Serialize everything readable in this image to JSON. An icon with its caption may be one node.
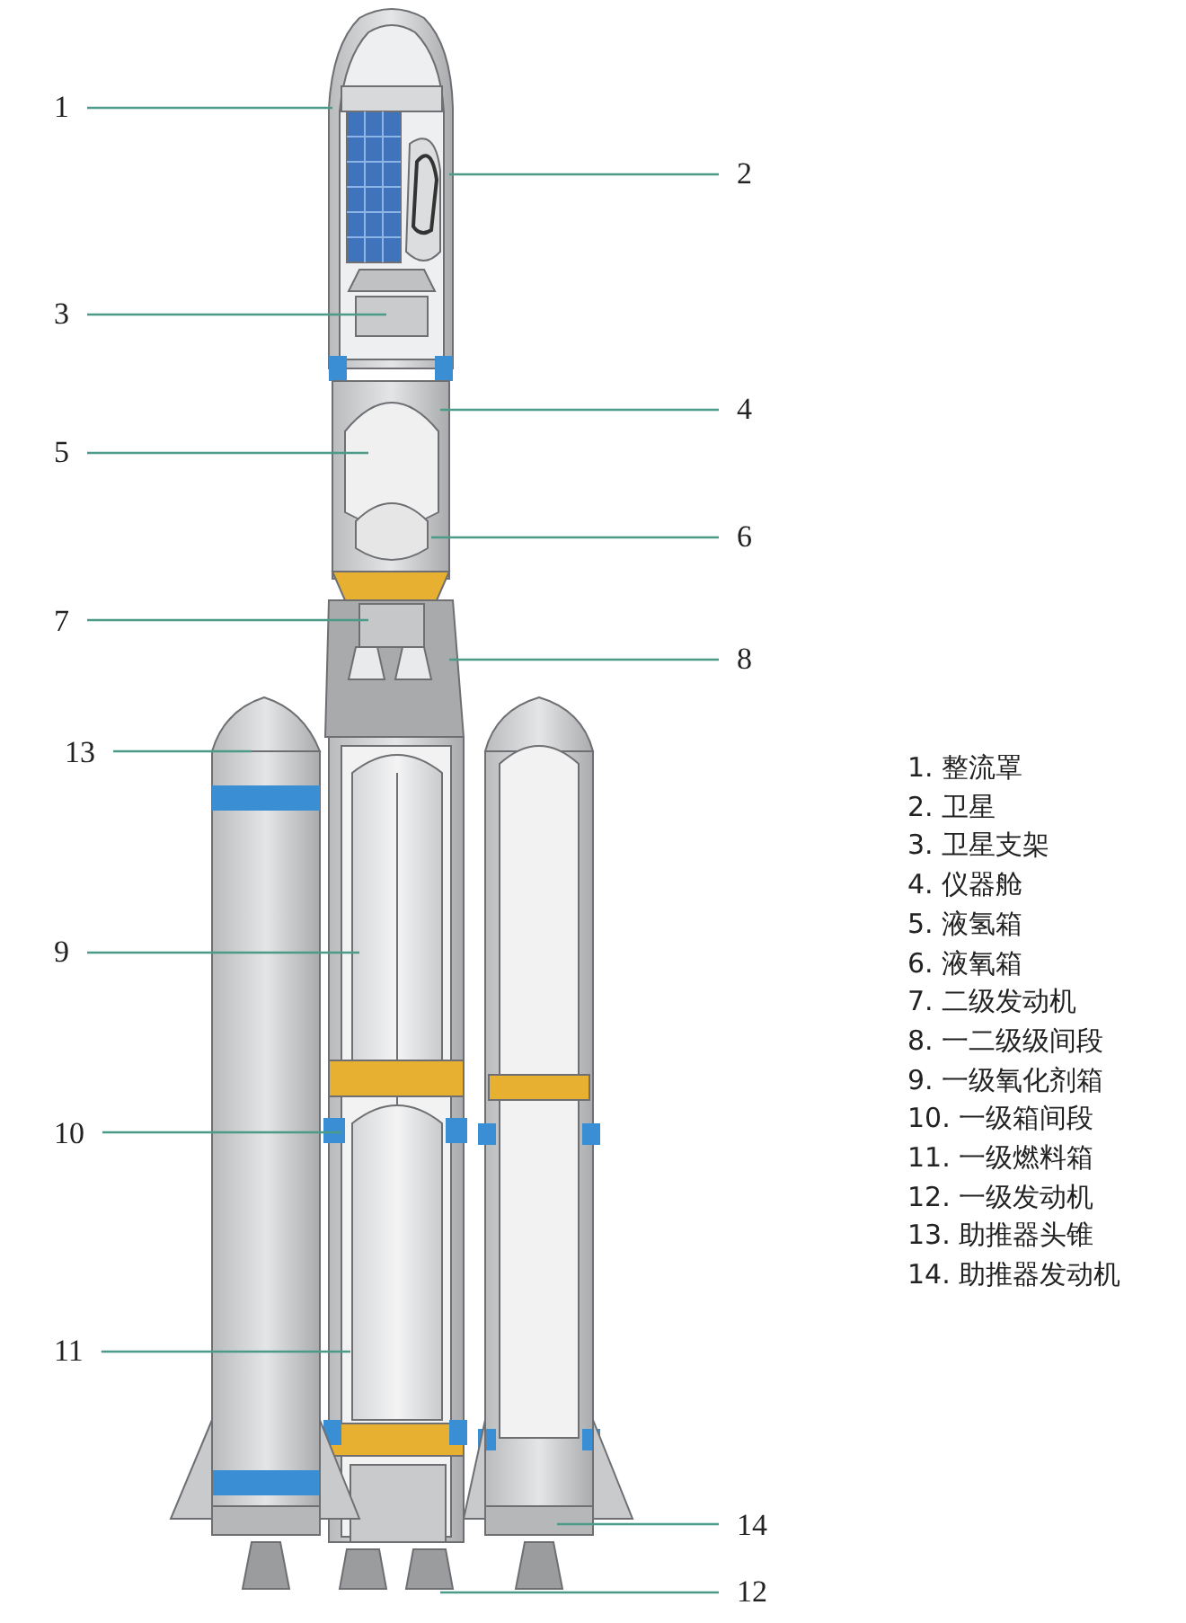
{
  "diagram": {
    "nodes": [
      {
        "text": [
          "1"
        ]
      },
      {
        "text": [
          "2"
        ]
      },
      {
        "text": [
          "3"
        ]
      },
      {
        "text": [
          "4"
        ]
      },
      {
        "text": [
          "5"
        ]
      },
      {
        "text": [
          "6"
        ]
      },
      {
        "text": [
          "7"
        ]
      },
      {
        "text": [
          "8"
        ]
      },
      {
        "text": [
          "13"
        ]
      },
      {
        "text": [
          "9"
        ]
      },
      {
        "text": [
          "10"
        ]
      },
      {
        "text": [
          "11"
        ]
      },
      {
        "text": [
          "14"
        ]
      },
      {
        "text": [
          "12"
        ]
      }
    ],
    "edges": [
      {
        "from": 0,
        "to": null,
        "arrow": "none"
      },
      {
        "from": 1,
        "to": null,
        "arrow": "none"
      },
      {
        "from": 2,
        "to": null,
        "arrow": "none"
      },
      {
        "from": 3,
        "to": null,
        "arrow": "none"
      },
      {
        "from": 4,
        "to": null,
        "arrow": "none"
      },
      {
        "from": 5,
        "to": null,
        "arrow": "none"
      },
      {
        "from": 6,
        "to": null,
        "arrow": "none"
      },
      {
        "from": 7,
        "to": null,
        "arrow": "none"
      },
      {
        "from": 8,
        "to": null,
        "arrow": "none"
      },
      {
        "from": 9,
        "to": null,
        "arrow": "none"
      },
      {
        "from": 10,
        "to": null,
        "arrow": "none"
      },
      {
        "from": 11,
        "to": null,
        "arrow": "none"
      },
      {
        "from": 12,
        "to": null,
        "arrow": "none"
      },
      {
        "from": 13,
        "to": null,
        "arrow": "none"
      }
    ],
    "labels": [
      "1. 整流罩",
      "2. 卫星",
      "3. 卫星支架",
      "4. 仪器舱",
      "5. 液氢箱",
      "6. 液氧箱",
      "7. 二级发动机",
      "8. 一二级级间段",
      "9. 一级氧化剂箱",
      "10. 一级箱间段",
      "11. 一级燃料箱",
      "12. 一级发动机",
      "13. 助推器头锥",
      "14. 助推器发动机"
    ]
  }
}
